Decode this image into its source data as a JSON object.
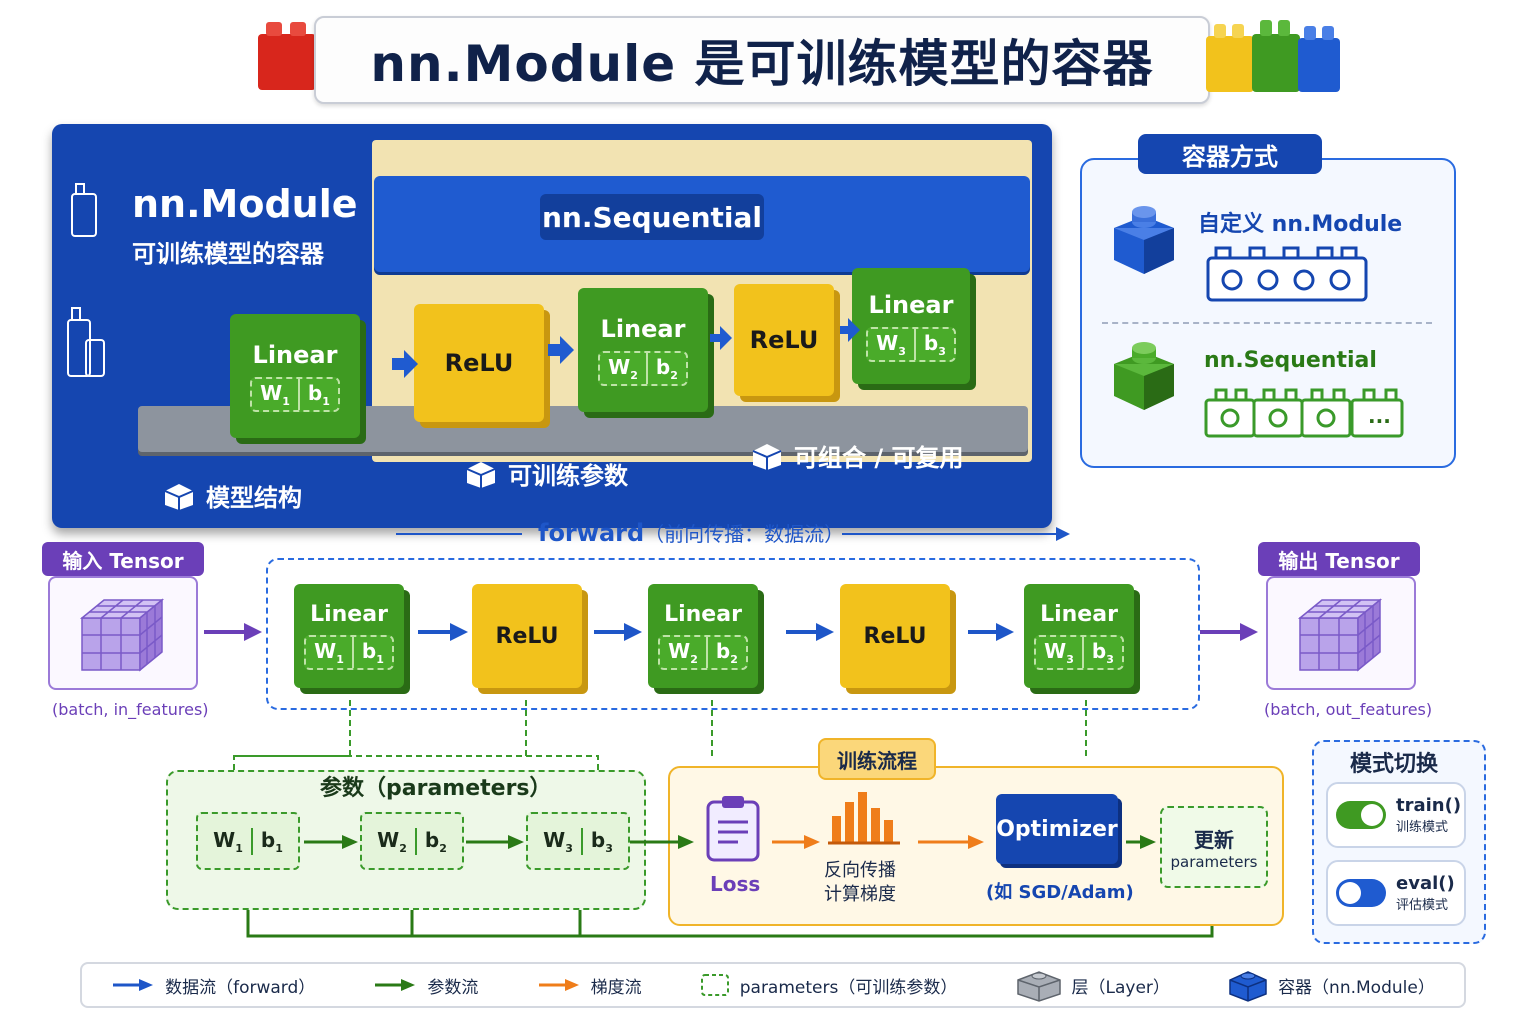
{
  "title": "nn.Module 是可训练模型的容器",
  "container": {
    "name": "nn.Module",
    "subtitle": "可训练模型的容器",
    "sequential_label": "nn.Sequential",
    "features": [
      "模型结构",
      "可训练参数",
      "可组合 / 可复用"
    ],
    "blocks": [
      {
        "label": "Linear",
        "w": "W",
        "b": "b",
        "idx": "1",
        "color": "green"
      },
      {
        "label": "ReLU",
        "color": "yellow"
      },
      {
        "label": "Linear",
        "w": "W",
        "b": "b",
        "idx": "2",
        "color": "green"
      },
      {
        "label": "ReLU",
        "color": "yellow"
      },
      {
        "label": "Linear",
        "w": "W",
        "b": "b",
        "idx": "3",
        "color": "green"
      }
    ]
  },
  "container_methods": {
    "title": "容器方式",
    "custom": "自定义 nn.Module",
    "sequential": "nn.Sequential",
    "ellipsis": "..."
  },
  "forward": {
    "label": "forward",
    "note": "（前向传播：数据流）",
    "input_tab": "输入 Tensor",
    "input_caption": "(batch, in_features)",
    "output_tab": "输出 Tensor",
    "output_caption": "(batch, out_features)",
    "blocks": [
      {
        "label": "Linear",
        "w": "W",
        "b": "b",
        "idx": "1",
        "color": "green"
      },
      {
        "label": "ReLU",
        "color": "yellow"
      },
      {
        "label": "Linear",
        "w": "W",
        "b": "b",
        "idx": "2",
        "color": "green"
      },
      {
        "label": "ReLU",
        "color": "yellow"
      },
      {
        "label": "Linear",
        "w": "W",
        "b": "b",
        "idx": "3",
        "color": "green"
      }
    ]
  },
  "parameters": {
    "title": "参数（parameters）",
    "cells": [
      {
        "w": "W",
        "b": "b",
        "idx": "1"
      },
      {
        "w": "W",
        "b": "b",
        "idx": "2"
      },
      {
        "w": "W",
        "b": "b",
        "idx": "3"
      }
    ]
  },
  "training": {
    "title": "训练流程",
    "loss": "Loss",
    "backward_line1": "反向传播",
    "backward_line2": "计算梯度",
    "optimizer": "Optimizer",
    "optimizer_note": "(如 SGD/Adam)",
    "update_line1": "更新",
    "update_line2": "parameters"
  },
  "mode_switch": {
    "title": "模式切换",
    "train_label": "train()",
    "train_desc": "训练模式",
    "eval_label": "eval()",
    "eval_desc": "评估模式"
  },
  "legend": [
    {
      "label": "数据流（forward）",
      "icon": "blue-arrow"
    },
    {
      "label": "参数流",
      "icon": "green-arrow"
    },
    {
      "label": "梯度流",
      "icon": "orange-arrow"
    },
    {
      "label": "parameters（可训练参数）",
      "icon": "dashed-box"
    },
    {
      "label": "层（Layer）",
      "icon": "gray-brick"
    },
    {
      "label": "容器（nn.Module）",
      "icon": "blue-brick"
    }
  ],
  "colors": {
    "blue": "#1546b0",
    "green": "#3f9a22",
    "yellow": "#f2c21c",
    "purple": "#6b3fb8",
    "orange": "#ef7d1a"
  }
}
